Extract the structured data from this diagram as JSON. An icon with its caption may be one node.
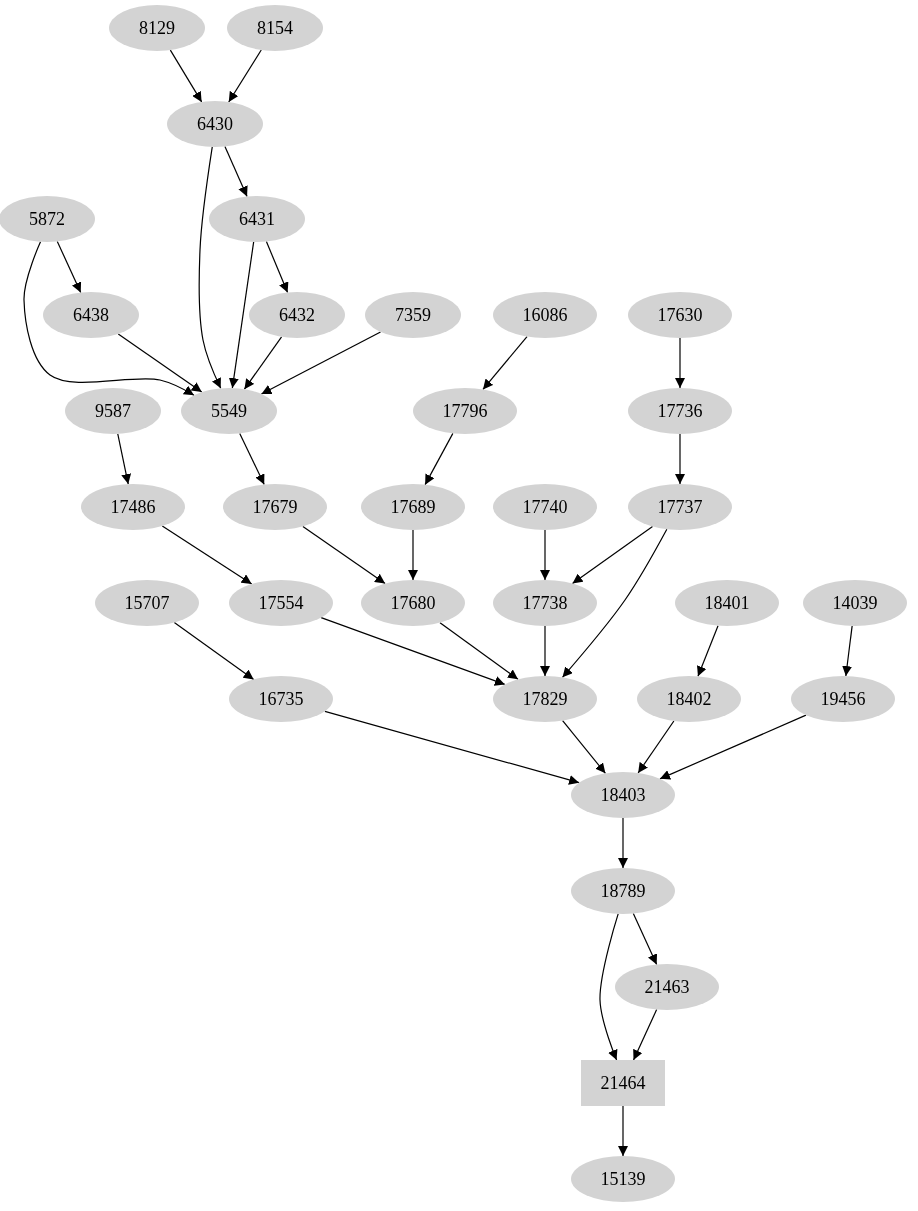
{
  "diagram": {
    "nodes": [
      {
        "text": [
          "8129"
        ]
      },
      {
        "text": [
          "8154"
        ]
      },
      {
        "text": [
          "6430"
        ]
      },
      {
        "text": [
          "5872"
        ]
      },
      {
        "text": [
          "6431"
        ]
      },
      {
        "text": [
          "6438"
        ]
      },
      {
        "text": [
          "6432"
        ]
      },
      {
        "text": [
          "7359"
        ]
      },
      {
        "text": [
          "16086"
        ]
      },
      {
        "text": [
          "17630"
        ]
      },
      {
        "text": [
          "9587"
        ]
      },
      {
        "text": [
          "5549"
        ]
      },
      {
        "text": [
          "17796"
        ]
      },
      {
        "text": [
          "17736"
        ]
      },
      {
        "text": [
          "17486"
        ]
      },
      {
        "text": [
          "17679"
        ]
      },
      {
        "text": [
          "17689"
        ]
      },
      {
        "text": [
          "17740"
        ]
      },
      {
        "text": [
          "17737"
        ]
      },
      {
        "text": [
          "15707"
        ]
      },
      {
        "text": [
          "17554"
        ]
      },
      {
        "text": [
          "17680"
        ]
      },
      {
        "text": [
          "17738"
        ]
      },
      {
        "text": [
          "18401"
        ]
      },
      {
        "text": [
          "14039"
        ]
      },
      {
        "text": [
          "16735"
        ]
      },
      {
        "text": [
          "17829"
        ]
      },
      {
        "text": [
          "18402"
        ]
      },
      {
        "text": [
          "19456"
        ]
      },
      {
        "text": [
          "18403"
        ]
      },
      {
        "text": [
          "18789"
        ]
      },
      {
        "text": [
          "21463"
        ]
      },
      {
        "text": [
          "21464"
        ]
      },
      {
        "text": [
          "15139"
        ]
      }
    ],
    "edges": [
      {
        "from": 0,
        "to": 2,
        "arrow": "to"
      },
      {
        "from": 1,
        "to": 2,
        "arrow": "to"
      },
      {
        "from": 2,
        "to": 4,
        "arrow": "to"
      },
      {
        "from": 2,
        "to": 11,
        "arrow": "to"
      },
      {
        "from": 3,
        "to": 5,
        "arrow": "to"
      },
      {
        "from": 3,
        "to": 11,
        "arrow": "to"
      },
      {
        "from": 4,
        "to": 6,
        "arrow": "to"
      },
      {
        "from": 4,
        "to": 11,
        "arrow": "to"
      },
      {
        "from": 5,
        "to": 11,
        "arrow": "to"
      },
      {
        "from": 6,
        "to": 11,
        "arrow": "to"
      },
      {
        "from": 7,
        "to": 11,
        "arrow": "to"
      },
      {
        "from": 8,
        "to": 12,
        "arrow": "to"
      },
      {
        "from": 9,
        "to": 13,
        "arrow": "to"
      },
      {
        "from": 11,
        "to": 15,
        "arrow": "to"
      },
      {
        "from": 10,
        "to": 14,
        "arrow": "to"
      },
      {
        "from": 12,
        "to": 16,
        "arrow": "to"
      },
      {
        "from": 13,
        "to": 18,
        "arrow": "to"
      },
      {
        "from": 14,
        "to": 20,
        "arrow": "to"
      },
      {
        "from": 15,
        "to": 21,
        "arrow": "to"
      },
      {
        "from": 16,
        "to": 21,
        "arrow": "to"
      },
      {
        "from": 17,
        "to": 22,
        "arrow": "to"
      },
      {
        "from": 18,
        "to": 22,
        "arrow": "to"
      },
      {
        "from": 18,
        "to": 26,
        "arrow": "to"
      },
      {
        "from": 19,
        "to": 25,
        "arrow": "to"
      },
      {
        "from": 20,
        "to": 26,
        "arrow": "to"
      },
      {
        "from": 21,
        "to": 26,
        "arrow": "to"
      },
      {
        "from": 22,
        "to": 26,
        "arrow": "to"
      },
      {
        "from": 23,
        "to": 27,
        "arrow": "to"
      },
      {
        "from": 24,
        "to": 28,
        "arrow": "to"
      },
      {
        "from": 25,
        "to": 29,
        "arrow": "to"
      },
      {
        "from": 26,
        "to": 29,
        "arrow": "to"
      },
      {
        "from": 27,
        "to": 29,
        "arrow": "to"
      },
      {
        "from": 28,
        "to": 29,
        "arrow": "to"
      },
      {
        "from": 29,
        "to": 30,
        "arrow": "to"
      },
      {
        "from": 30,
        "to": 31,
        "arrow": "to"
      },
      {
        "from": 30,
        "to": 32,
        "arrow": "to"
      },
      {
        "from": 31,
        "to": 32,
        "arrow": "to"
      },
      {
        "from": 32,
        "to": 33,
        "arrow": "to"
      }
    ]
  }
}
